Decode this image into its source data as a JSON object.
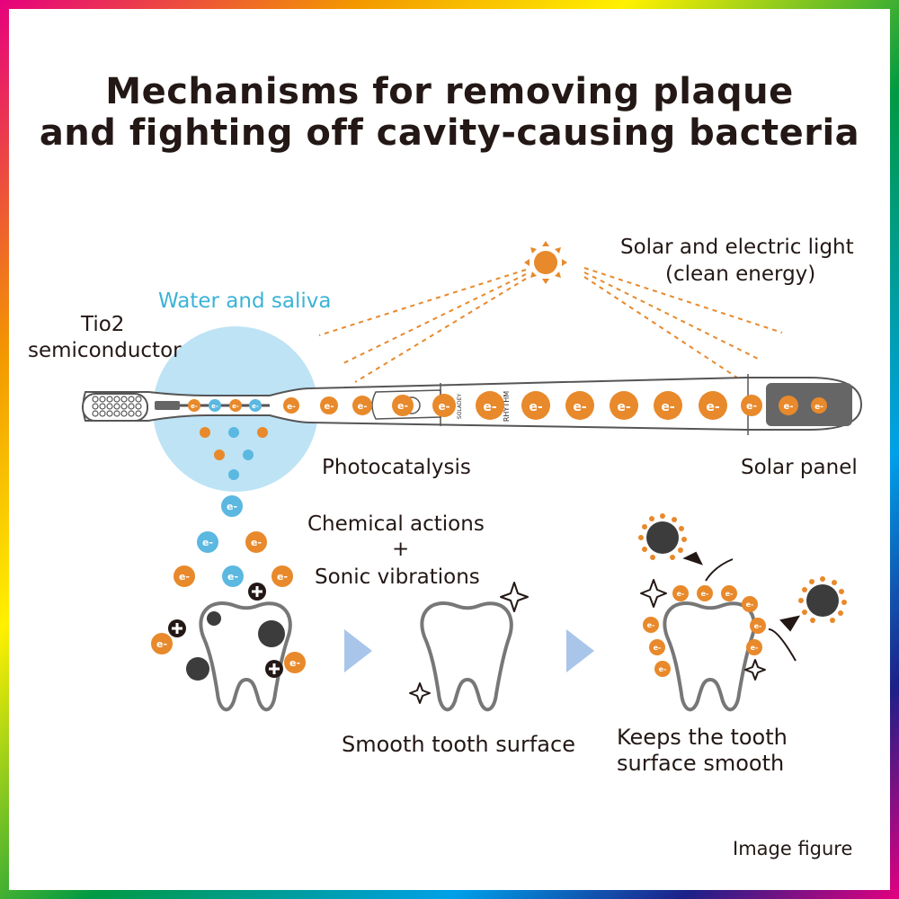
{
  "title": {
    "line1": "Mechanisms for removing plaque",
    "line2": "and fighting off cavity-causing bacteria"
  },
  "labels": {
    "solar_light_line1": "Solar and electric light",
    "solar_light_line2": "(clean energy)",
    "water_saliva": "Water and saliva",
    "tio2_line1": "Tio2",
    "tio2_line2": "semiconductor",
    "photocatalysis": "Photocatalysis",
    "solar_panel": "Solar panel",
    "chemical_actions": "Chemical actions",
    "plus_sign": "+",
    "sonic_vibrations": "Sonic vibrations",
    "smooth_surface": "Smooth tooth surface",
    "keeps_smooth_line1": "Keeps the tooth",
    "keeps_smooth_line2": "surface smooth",
    "image_figure": "Image figure"
  },
  "handle_text": {
    "brand": "SOLADEY",
    "model": "RHYTHM"
  },
  "electron_label": "e-",
  "colors": {
    "orange": "#e8892b",
    "blue": "#5bb8e0",
    "water": "#bde3f5",
    "dark": "#3c3c3c",
    "arrow": "#a9c5ea",
    "text": "#231815"
  },
  "icons": [
    "sun-icon",
    "toothbrush-icon",
    "tooth-icon",
    "sparkle-icon",
    "bacteria-icon",
    "arrow-right-icon"
  ]
}
